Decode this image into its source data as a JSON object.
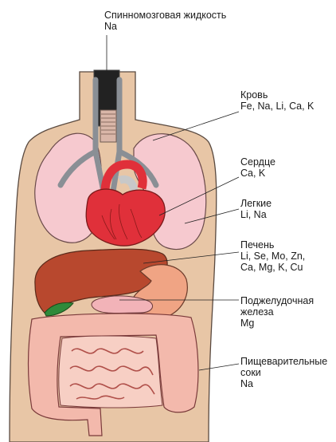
{
  "labels": {
    "csf": {
      "title": "Спинномозговая жидкость",
      "elements": "Na"
    },
    "blood": {
      "title": "Кровь",
      "elements": "Fe, Na, Li, Ca, K"
    },
    "heart": {
      "title": "Сердце",
      "elements": "Ca, K"
    },
    "lungs": {
      "title": "Легкие",
      "elements": "Li, Na"
    },
    "liver": {
      "title": "Печень",
      "elements_line1": "Li, Se, Mo, Zn,",
      "elements_line2": "Ca, Mg, K, Cu"
    },
    "pancreas": {
      "title_line1": "Поджелудочная",
      "title_line2": "железа",
      "elements": "Mg"
    },
    "digestive": {
      "title_line1": "Пищеварительные",
      "title_line2": "соки",
      "elements": "Na"
    }
  },
  "colors": {
    "body": "#e8c6a6",
    "lung": "#f6c9cf",
    "heart": "#e0303a",
    "liver": "#b8482e",
    "stomach": "#f0a484",
    "intestine": "#f3b9ac",
    "gallbladder": "#2f8a3a",
    "vessels": "#8a8f95",
    "outline": "#5a4a40"
  }
}
